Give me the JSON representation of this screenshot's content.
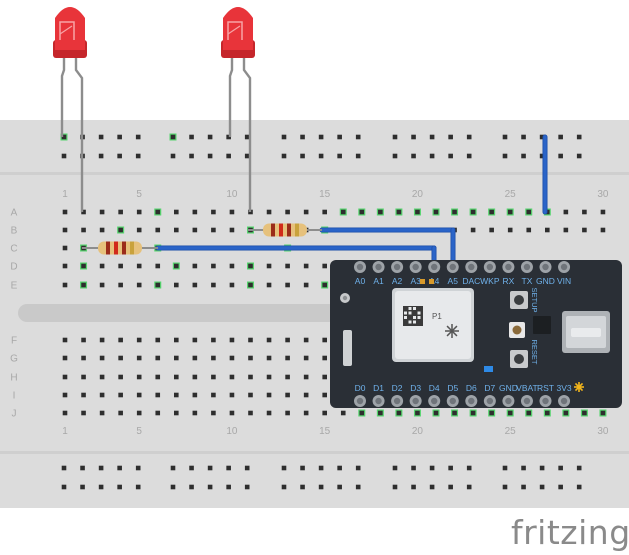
{
  "app": {
    "brand": "fritzing"
  },
  "breadboard": {
    "column_numbers": [
      "1",
      "5",
      "10",
      "15",
      "20",
      "25",
      "30"
    ],
    "row_letters_top": [
      "A",
      "B",
      "C",
      "D",
      "E"
    ],
    "row_letters_bottom": [
      "F",
      "G",
      "H",
      "I",
      "J"
    ]
  },
  "board": {
    "top_pins": [
      "A0",
      "A1",
      "A2",
      "A3",
      "A4",
      "A5",
      "DAC",
      "WKP",
      "RX",
      "TX",
      "GND",
      "VIN"
    ],
    "bottom_pins": [
      "D0",
      "D1",
      "D2",
      "D3",
      "D4",
      "D5",
      "D6",
      "D7",
      "GND",
      "VBAT",
      "RST",
      "3V3"
    ],
    "labels": {
      "setup": "SETUP",
      "reset": "RESET",
      "chip": "P1"
    }
  },
  "components": [
    {
      "name": "red LED 1",
      "color": "#e8343a"
    },
    {
      "name": "red LED 2",
      "color": "#e8343a"
    },
    {
      "name": "resistor 1"
    },
    {
      "name": "resistor 2"
    }
  ],
  "colors": {
    "breadboard": "#dcdcdc",
    "wire": "#2a64c8",
    "led": "#e8343a",
    "board": "#2a2f36",
    "pin_label": "#6fb1ea",
    "active_hole": "#56d56e"
  }
}
